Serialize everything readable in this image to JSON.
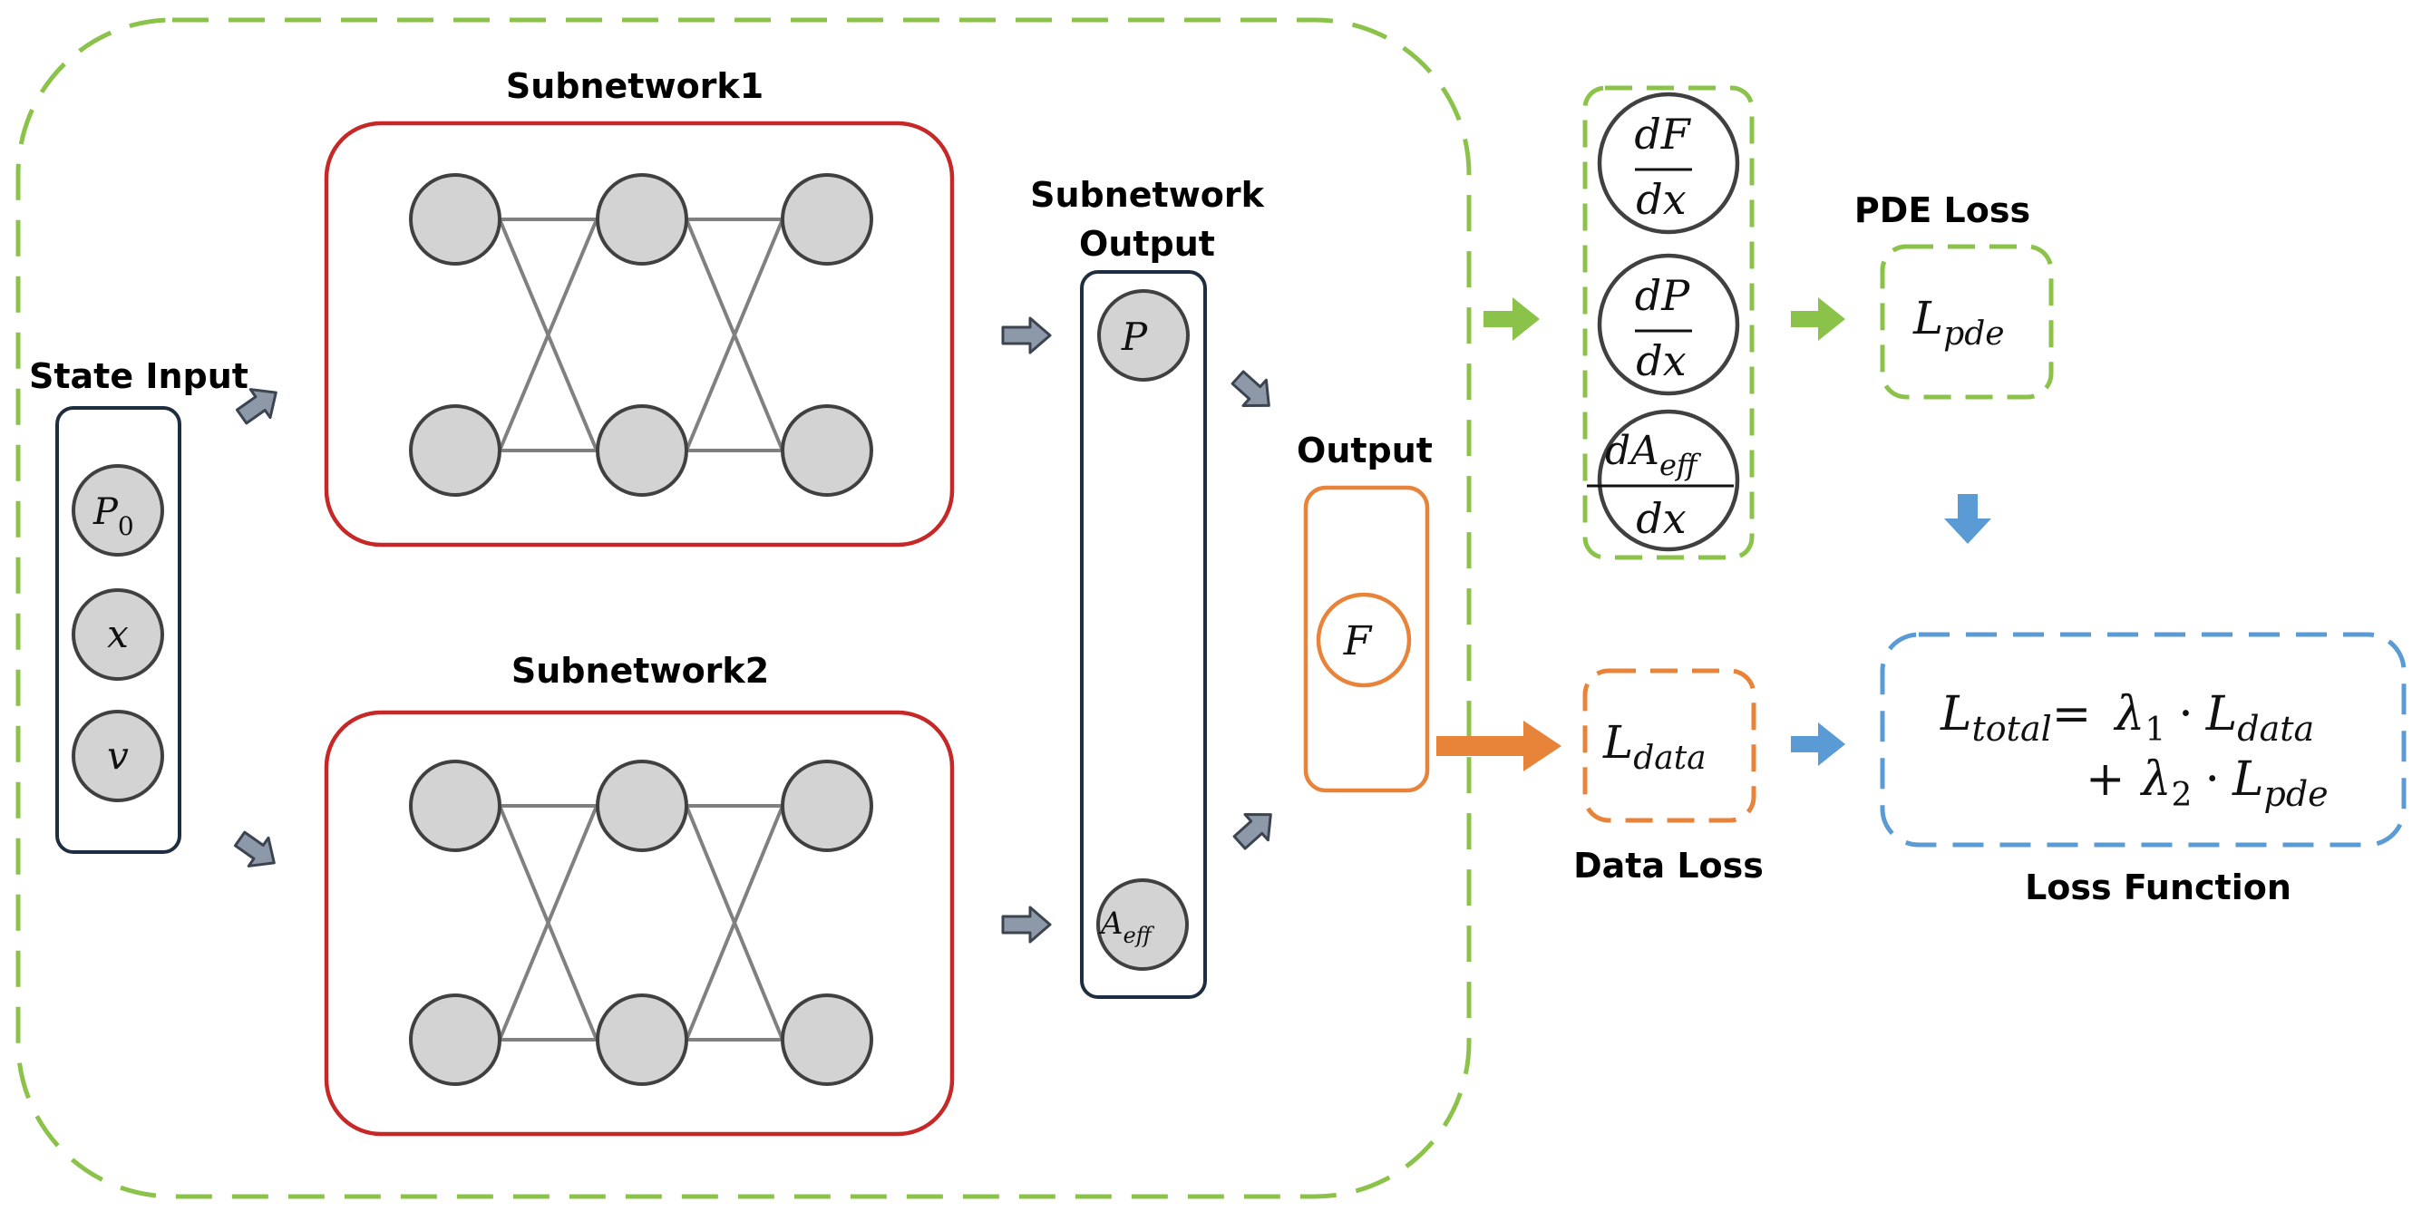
{
  "labels": {
    "subnetwork1": "Subnetwork1",
    "subnetwork2": "Subnetwork2",
    "state_input": "State Input",
    "subnetwork_output_line1": "Subnetwork",
    "subnetwork_output_line2": "Output",
    "output": "Output",
    "pde_loss": "PDE Loss",
    "data_loss": "Data Loss",
    "loss_function": "Loss Function"
  },
  "inputs": [
    {
      "base": "P",
      "sub": "0"
    },
    {
      "base": "x",
      "sub": ""
    },
    {
      "base": "v",
      "sub": ""
    }
  ],
  "subnet_outputs": [
    {
      "base": "P",
      "sub": ""
    },
    {
      "base": "A",
      "sub": "eff"
    }
  ],
  "final_output": {
    "base": "F"
  },
  "derivatives": [
    {
      "num": "dF",
      "den": "dx"
    },
    {
      "num": "dP",
      "den": "dx"
    },
    {
      "num_base": "dA",
      "num_sub": "eff",
      "den": "dx"
    }
  ],
  "losses": {
    "pde": {
      "base": "L",
      "sub": "pde"
    },
    "data": {
      "base": "L",
      "sub": "data"
    },
    "total": {
      "lhs_base": "L",
      "lhs_sub": "total",
      "eq": "=",
      "lambda1": "λ",
      "lambda1_sub": "1",
      "dot": "·",
      "term1_base": "L",
      "term1_sub": "data",
      "plus": "+",
      "lambda2": "λ",
      "lambda2_sub": "2",
      "term2_base": "L",
      "term2_sub": "pde"
    }
  },
  "colors": {
    "green": "#8bc34a",
    "red": "#c62828",
    "navy": "#1f2d40",
    "orange": "#e8833a",
    "blue": "#5b9bd5",
    "node_fill": "#d3d3d3"
  }
}
